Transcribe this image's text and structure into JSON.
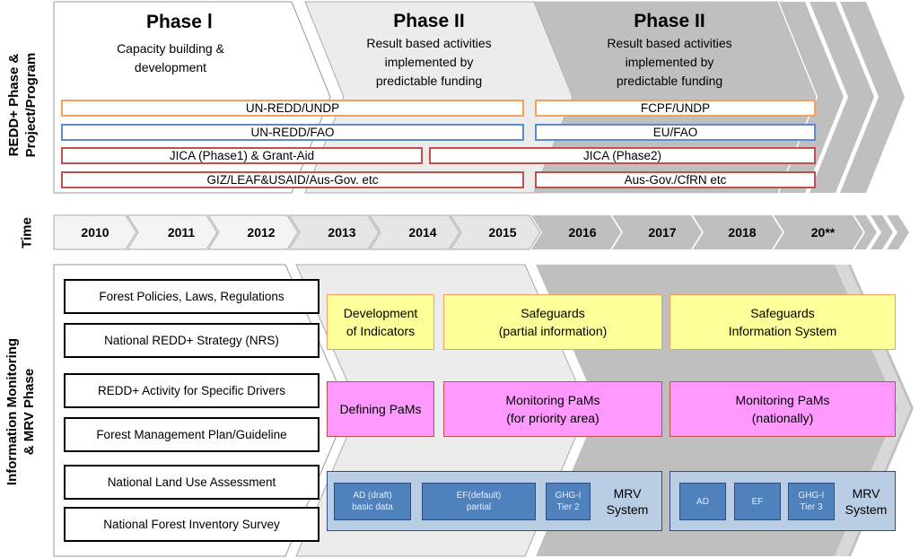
{
  "row_labels": {
    "phase": "REDD+ Phase &\nProject/Program",
    "time": "Time",
    "info": "Information Monitoring\n& MRV Phase"
  },
  "phases": [
    {
      "title": "Phase Ⅰ",
      "desc": "Capacity building &\ndevelopment"
    },
    {
      "title": "Phase II",
      "desc": "Result based activities\nimplemented by\npredictable funding"
    },
    {
      "title": "Phase II",
      "desc": "Result based activities\nimplemented by\npredictable funding"
    }
  ],
  "programs": {
    "un_redd_undp": "UN-REDD/UNDP",
    "fcpf_undp": "FCPF/UNDP",
    "un_redd_fao": "UN-REDD/FAO",
    "eu_fao": "EU/FAO",
    "jica1": "JICA (Phase1) & Grant-Aid",
    "jica2": "JICA (Phase2)",
    "giz": "GIZ/LEAF&USAID/Aus-Gov. etc",
    "aus_cfrn": "Aus-Gov./CfRN etc"
  },
  "years": [
    "2010",
    "2011",
    "2012",
    "2013",
    "2014",
    "2015",
    "2016",
    "2017",
    "2018",
    "20**"
  ],
  "left_boxes": {
    "policies": "Forest Policies, Laws, Regulations",
    "nrs": "National REDD+ Strategy (NRS)",
    "drivers": "REDD+ Activity for Specific Drivers",
    "fmp": "Forest Management Plan/Guideline",
    "nlua": "National Land Use Assessment",
    "nfis": "National Forest Inventory Survey"
  },
  "safeguards": {
    "indicators": "Development\nof Indicators",
    "partial": "Safeguards\n(partial information)",
    "system": "Safeguards\nInformation System"
  },
  "pams": {
    "defining": "Defining PaMs",
    "priority": "Monitoring PaMs\n(for priority area)",
    "national": "Monitoring PaMs\n(nationally)"
  },
  "mrv": {
    "ad_draft": "AD (draft)\nbasic data",
    "ef_default": "EF(default)\npartial",
    "ghg_t2": "GHG-I\nTier 2",
    "label1": "MRV\nSystem",
    "ad": "AD",
    "ef": "EF",
    "ghg_t3": "GHG-I\nTier 3",
    "label2": "MRV\nSystem"
  },
  "colors": {
    "phase1": "#ffffff",
    "phase2a": "#ececec",
    "phase2b": "#bfbfbf",
    "chevron_dark": "#bfbfbf",
    "yellow": "#ffff99",
    "pink": "#ff99ff",
    "mrv_bg": "#b9cde5",
    "mrv_chip": "#4f81bd"
  }
}
